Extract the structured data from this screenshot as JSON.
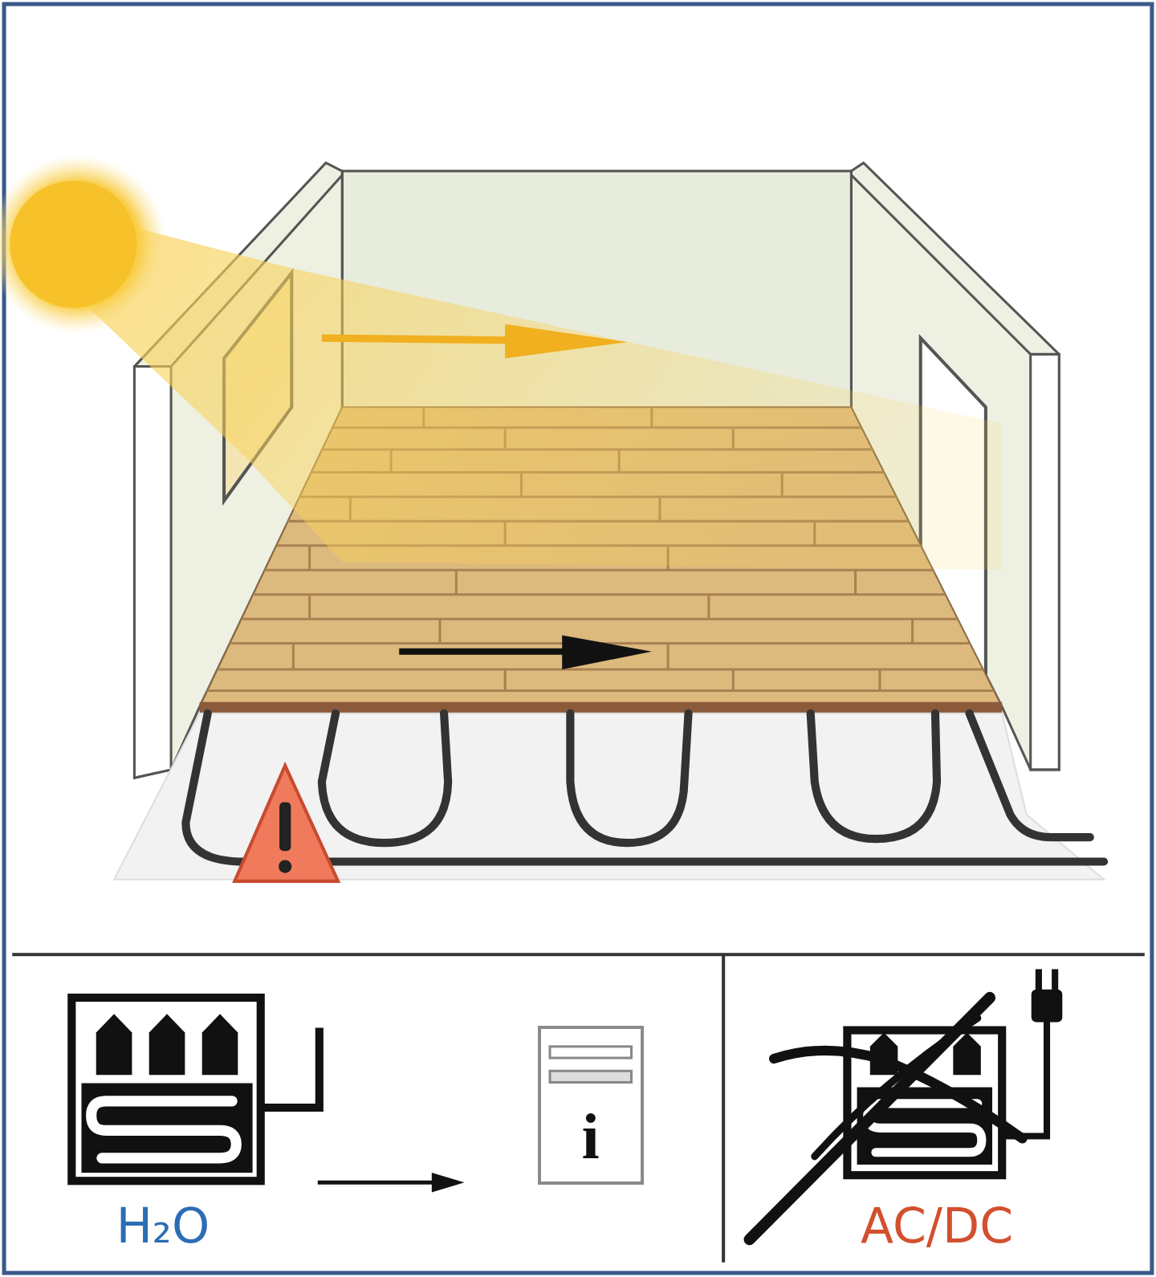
{
  "diagram": {
    "nodes": [
      {
        "text": [
          "i"
        ]
      }
    ],
    "labels": [
      "H₂O",
      "AC/DC"
    ]
  }
}
